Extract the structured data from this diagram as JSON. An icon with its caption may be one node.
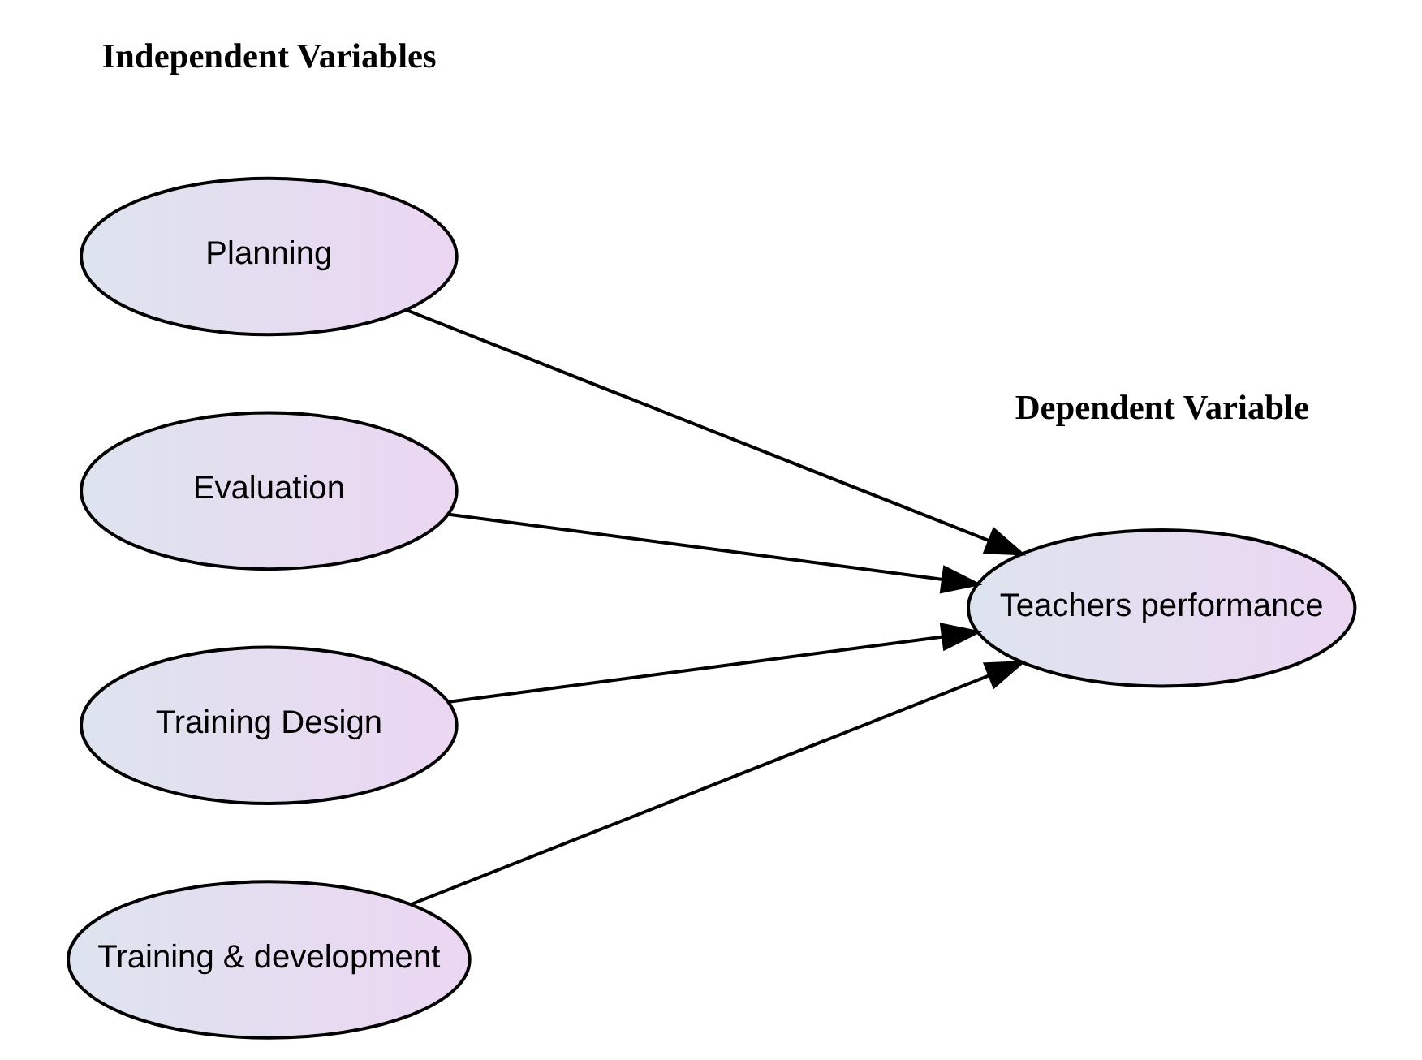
{
  "diagram": {
    "nodes": [
      {
        "text": [
          "Planning"
        ]
      },
      {
        "text": [
          "Evaluation"
        ]
      },
      {
        "text": [
          "Training Design"
        ]
      },
      {
        "text": [
          "Training & development"
        ]
      },
      {
        "text": [
          "Teachers performance"
        ]
      }
    ],
    "edges": [
      {
        "from": 0,
        "to": 4,
        "arrow": "to"
      },
      {
        "from": 1,
        "to": 4,
        "arrow": "to"
      },
      {
        "from": 2,
        "to": 4,
        "arrow": "to"
      },
      {
        "from": 3,
        "to": 4,
        "arrow": "to"
      }
    ],
    "labels": [
      "Independent Variables",
      "Dependent Variable"
    ]
  }
}
